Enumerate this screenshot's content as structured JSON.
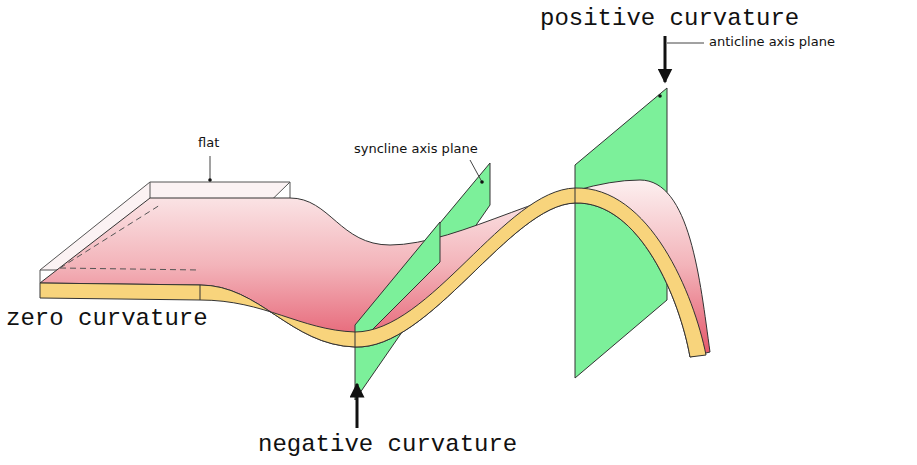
{
  "diagram": {
    "labels": [
      "positive curvature",
      "anticline axis plane",
      "flat",
      "syncline axis plane",
      "zero curvature",
      "negative curvature"
    ]
  }
}
